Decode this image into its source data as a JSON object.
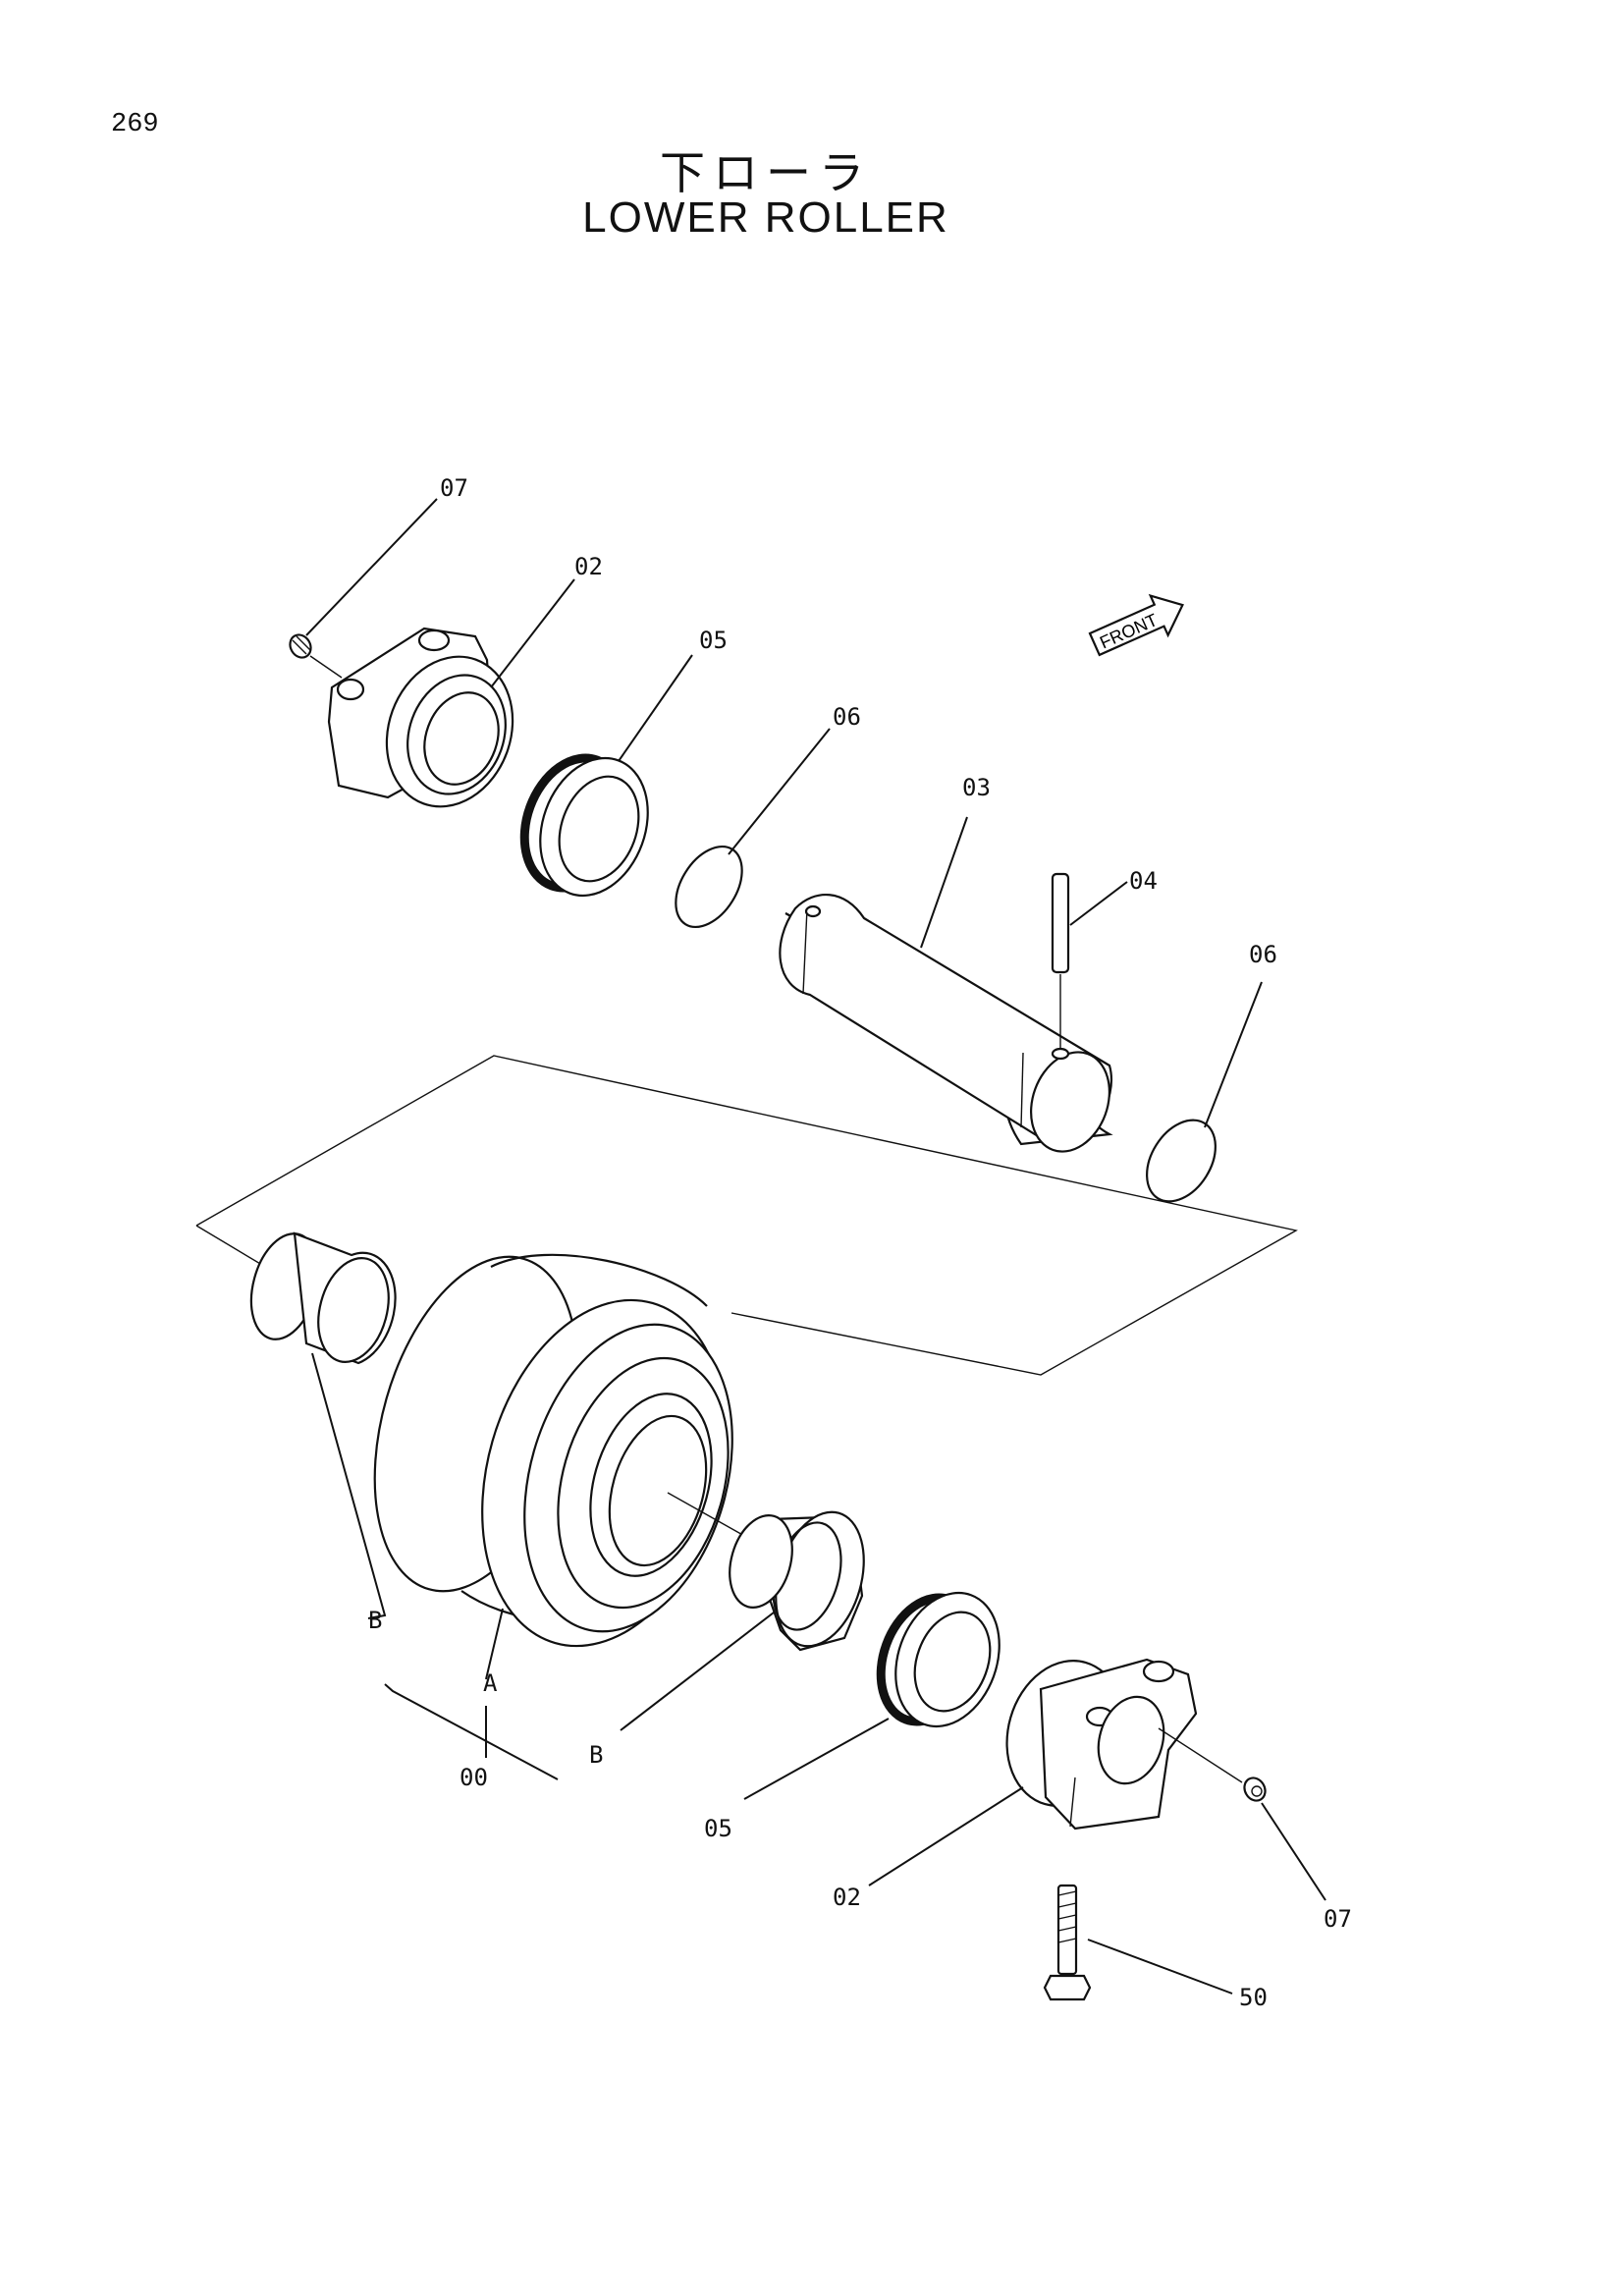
{
  "page": {
    "number": "269"
  },
  "title": {
    "japanese": "下ローラ",
    "english": "LOWER ROLLER"
  },
  "front_marker": "FRONT",
  "callouts": {
    "c07_top": "07",
    "c02_top": "02",
    "c05_top": "05",
    "c06_top": "06",
    "c03": "03",
    "c04": "04",
    "c06_right": "06",
    "cB_left": "B",
    "cA": "A",
    "c00": "00",
    "cB_bottom": "B",
    "c05_bottom": "05",
    "c02_bottom": "02",
    "c07_bottom": "07",
    "c50": "50"
  }
}
